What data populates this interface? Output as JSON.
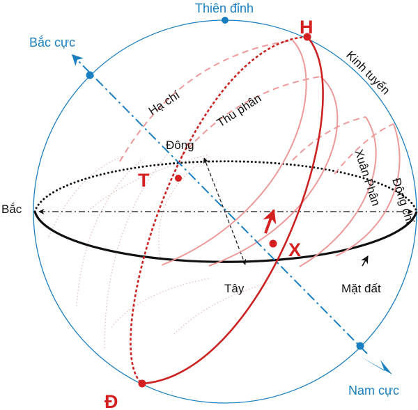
{
  "labels": {
    "zenith": "Thiên đỉnh",
    "north_pole": "Bắc cực",
    "south_pole": "Nam cực",
    "north": "Bắc",
    "east": "Đông",
    "west": "Tây",
    "ground": "Mặt đất",
    "meridian": "Kinh tuyến",
    "summer_solstice": "Hạ chí",
    "autumn_equinox": "Thu phân",
    "spring_equinox": "Xuân Phân",
    "winter_solstice": "Đông chí",
    "point_h": "H",
    "point_t": "T",
    "point_x": "X",
    "point_d": "Đ"
  },
  "colors": {
    "sphere": "#1a7fc1",
    "axis": "#1a7fc1",
    "horizon": "#111111",
    "day_path": "#cc2222",
    "seasonal_paths": "#ee9999",
    "point": "#d42020"
  }
}
